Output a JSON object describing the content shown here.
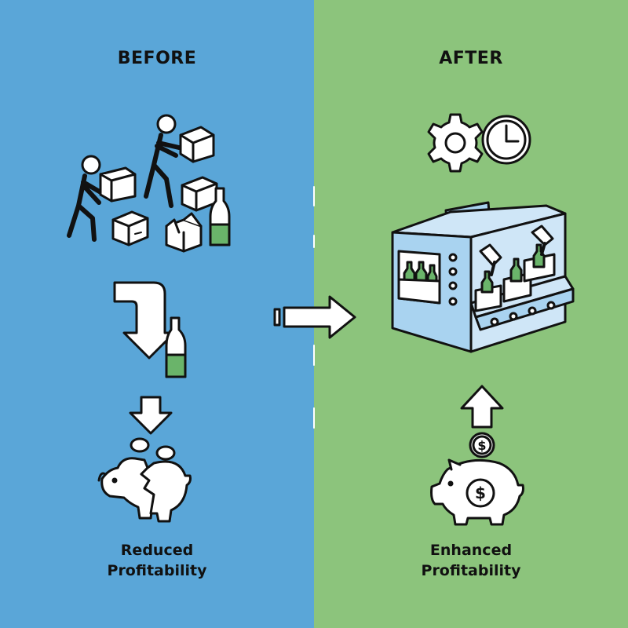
{
  "colors": {
    "before_bg": "#5aa6d8",
    "after_bg": "#8cc47c",
    "bottle_green": "#6ab46a",
    "machine_blue": "#a9d3f0",
    "ink": "#111111"
  },
  "before": {
    "heading": "BEFORE",
    "caption_line1": "Reduced",
    "caption_line2": "Profitability"
  },
  "after": {
    "heading": "AFTER",
    "caption_line1": "Enhanced",
    "caption_line2": "Profitability"
  },
  "icons": {
    "before": [
      "workers-carrying-boxes",
      "damaged-box",
      "bottle",
      "curved-down-arrow",
      "down-arrow",
      "broken-piggy-bank",
      "coins"
    ],
    "transition": [
      "right-arrow"
    ],
    "after": [
      "gear",
      "clock",
      "bottling-machine",
      "robot-arm",
      "conveyor-belt",
      "up-arrow",
      "dollar-coin",
      "piggy-bank"
    ]
  }
}
